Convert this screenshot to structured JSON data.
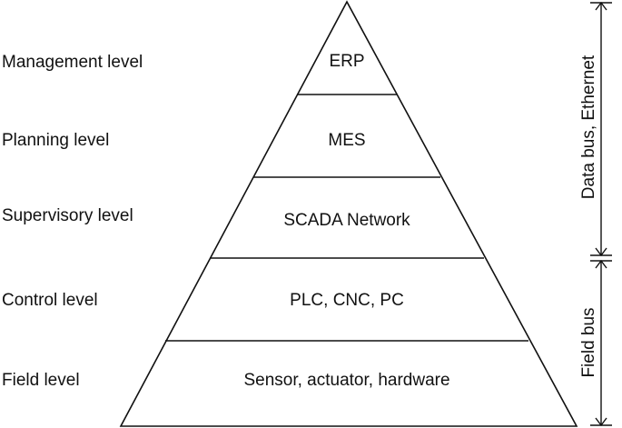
{
  "levels": [
    {
      "label": "Management level",
      "content": "ERP",
      "color": "#111111"
    },
    {
      "label": "Planning level",
      "content": "MES",
      "color": "#111111"
    },
    {
      "label": "Supervisory level",
      "content": "SCADA Network",
      "color": "#111111"
    },
    {
      "label": "Control level",
      "content": "PLC, CNC, PC",
      "color": "#c0272d"
    },
    {
      "label": "Field level",
      "content": "Sensor, actuator, hardware",
      "color": "#111111"
    }
  ],
  "buses": {
    "upper": "Data bus, Ethernet",
    "lower": "Field bus"
  },
  "colors": {
    "line": "#111111",
    "highlight": "#c0272d"
  }
}
